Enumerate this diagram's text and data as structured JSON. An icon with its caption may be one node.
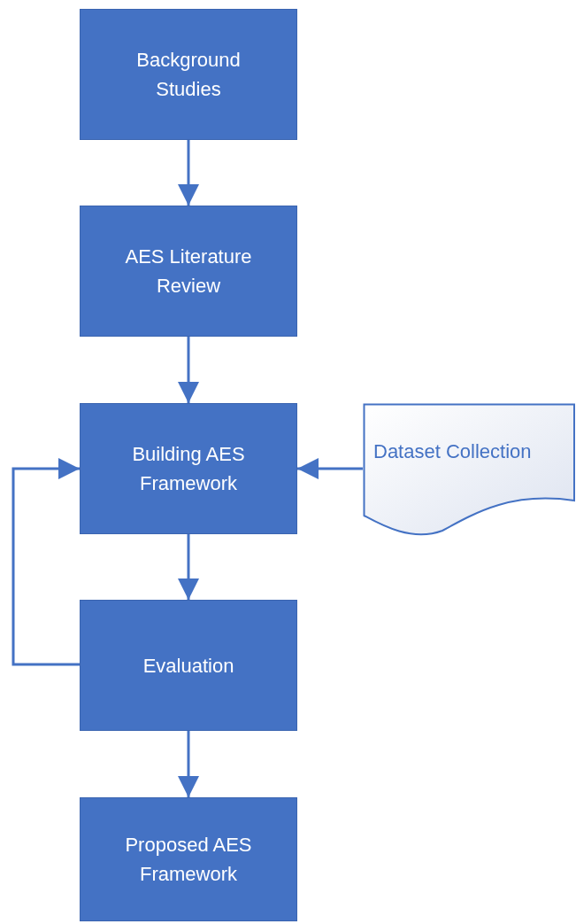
{
  "diagram": {
    "nodes": [
      {
        "text": [
          "Background Studies"
        ]
      },
      {
        "text": [
          "AES Literature Review"
        ]
      },
      {
        "text": [
          "Building AES Framework"
        ]
      },
      {
        "text": [
          "Evaluation"
        ]
      },
      {
        "text": [
          "Proposed AES Framework"
        ]
      },
      {
        "text": [
          "Dataset Collection"
        ]
      }
    ],
    "edges": [
      {
        "from": 0,
        "to": 1,
        "arrow": "to"
      },
      {
        "from": 1,
        "to": 2,
        "arrow": "to"
      },
      {
        "from": 2,
        "to": 3,
        "arrow": "to"
      },
      {
        "from": 3,
        "to": 4,
        "arrow": "to"
      },
      {
        "from": 5,
        "to": 2,
        "arrow": "to"
      },
      {
        "from": 3,
        "to": 2,
        "arrow": "to"
      }
    ]
  }
}
